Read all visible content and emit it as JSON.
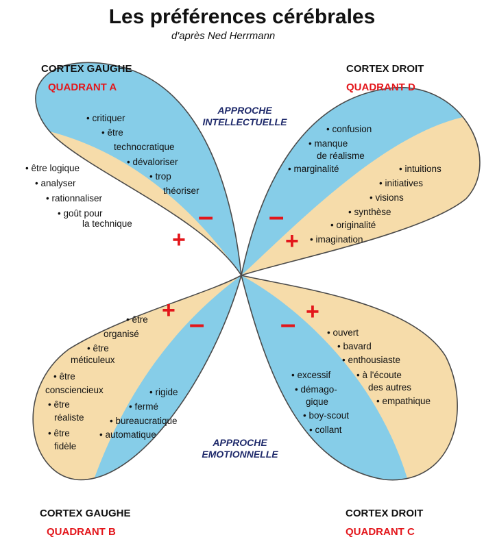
{
  "title": "Les préférences cérébrales",
  "subtitle": "d'après Ned Herrmann",
  "corners": {
    "top_left": {
      "cortex": "CORTEX GAUGHE",
      "quadrant": "QUADRANT A"
    },
    "top_right": {
      "cortex": "CORTEX DROIT",
      "quadrant": "QUADRANT D"
    },
    "bottom_left": {
      "cortex": "CORTEX GAUGHE",
      "quadrant": "QUADRANT B"
    },
    "bottom_right": {
      "cortex": "CORTEX DROIT",
      "quadrant": "QUADRANT C"
    }
  },
  "approaches": {
    "top": [
      "APPROCHE",
      "INTELLECTUELLE"
    ],
    "bottom": [
      "APPROCHE",
      "EMOTIONNELLE"
    ]
  },
  "colors": {
    "blue": "#86cde8",
    "tan": "#f6dcaa",
    "outline": "#4a4a4a",
    "sign": "#e3161b",
    "approach": "#1f2a6b"
  },
  "signs": {
    "plus": "+",
    "minus": "–"
  },
  "quadrant_a": {
    "blue_items": [
      "• critiquer",
      "• être",
      "technocratique",
      "• dévaloriser",
      "• trop",
      "théoriser"
    ],
    "tan_items": [
      "• être logique",
      "• analyser",
      "• rationnaliser",
      "• goût pour",
      "la technique"
    ]
  },
  "quadrant_d": {
    "blue_items": [
      "• confusion",
      "• manque",
      "de réalisme",
      "• marginalité"
    ],
    "tan_items": [
      "• intuitions",
      "• initiatives",
      "• visions",
      "• synthèse",
      "• originalité",
      "• imagination"
    ]
  },
  "quadrant_b": {
    "tan_items": [
      "• être",
      "organisé",
      "• être",
      "méticuleux",
      "• être",
      "consciencieux",
      "• être",
      "réaliste",
      "• être",
      "fidèle"
    ],
    "blue_items": [
      "• rigide",
      "• fermé",
      "• bureaucratique",
      "• automatique"
    ]
  },
  "quadrant_c": {
    "tan_items": [
      "• ouvert",
      "• bavard",
      "• enthousiaste",
      "• à l'écoute",
      "des autres",
      "• empathique"
    ],
    "blue_items": [
      "• excessif",
      "• démago-",
      "gique",
      "• boy-scout",
      "• collant"
    ]
  }
}
